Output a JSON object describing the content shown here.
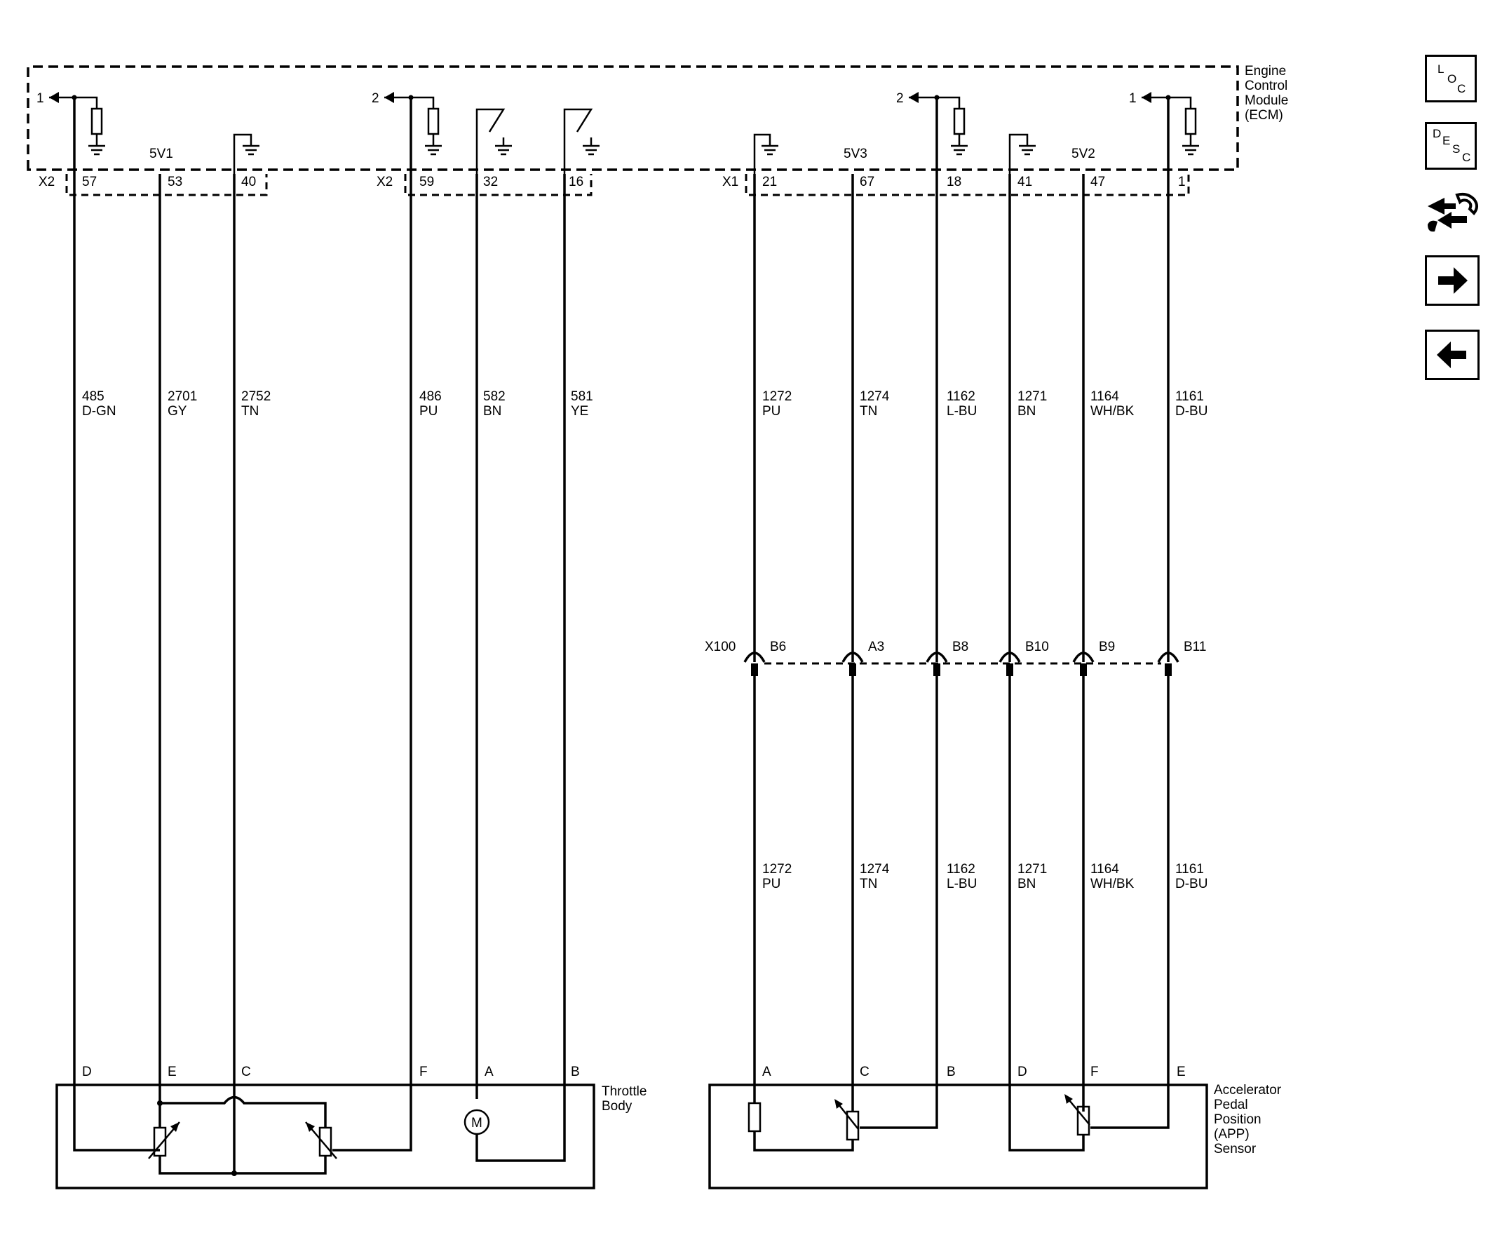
{
  "ecm": {
    "label_lines": [
      "Engine",
      "Control",
      "Module",
      "(ECM)"
    ]
  },
  "connectors": {
    "x2a": "X2",
    "x2b": "X2",
    "x1": "X1",
    "x100": "X100"
  },
  "refs": {
    "r1a": "1",
    "r2a": "2",
    "r2b": "2",
    "r1b": "1"
  },
  "refs_5v": {
    "v1": "5V1",
    "v3": "5V3",
    "v2": "5V2"
  },
  "ecm_pins": [
    {
      "id": "p57",
      "label": "57"
    },
    {
      "id": "p53",
      "label": "53"
    },
    {
      "id": "p40",
      "label": "40"
    },
    {
      "id": "p59",
      "label": "59"
    },
    {
      "id": "p32",
      "label": "32"
    },
    {
      "id": "p16",
      "label": "16"
    },
    {
      "id": "p21",
      "label": "21"
    },
    {
      "id": "p67",
      "label": "67"
    },
    {
      "id": "p18",
      "label": "18"
    },
    {
      "id": "p41",
      "label": "41"
    },
    {
      "id": "p47",
      "label": "47"
    },
    {
      "id": "p1",
      "label": "1"
    }
  ],
  "wires_upper": [
    {
      "circuit": "485",
      "color": "D-GN"
    },
    {
      "circuit": "2701",
      "color": "GY"
    },
    {
      "circuit": "2752",
      "color": "TN"
    },
    {
      "circuit": "486",
      "color": "PU"
    },
    {
      "circuit": "582",
      "color": "BN"
    },
    {
      "circuit": "581",
      "color": "YE"
    },
    {
      "circuit": "1272",
      "color": "PU"
    },
    {
      "circuit": "1274",
      "color": "TN"
    },
    {
      "circuit": "1162",
      "color": "L-BU"
    },
    {
      "circuit": "1271",
      "color": "BN"
    },
    {
      "circuit": "1164",
      "color": "WH/BK"
    },
    {
      "circuit": "1161",
      "color": "D-BU"
    }
  ],
  "x100_pins": [
    "B6",
    "A3",
    "B8",
    "B10",
    "B9",
    "B11"
  ],
  "wires_lower": [
    {
      "circuit": "1272",
      "color": "PU"
    },
    {
      "circuit": "1274",
      "color": "TN"
    },
    {
      "circuit": "1162",
      "color": "L-BU"
    },
    {
      "circuit": "1271",
      "color": "BN"
    },
    {
      "circuit": "1164",
      "color": "WH/BK"
    },
    {
      "circuit": "1161",
      "color": "D-BU"
    }
  ],
  "throttle_body": {
    "label_lines": [
      "Throttle",
      "Body"
    ],
    "pins": [
      "D",
      "E",
      "C",
      "F",
      "A",
      "B"
    ],
    "motor": "M"
  },
  "app_sensor": {
    "label_lines": [
      "Accelerator",
      "Pedal",
      "Position",
      "(APP)",
      "Sensor"
    ],
    "pins": [
      "A",
      "C",
      "B",
      "D",
      "F",
      "E"
    ]
  },
  "nav": {
    "loc": [
      "L",
      "O",
      "C"
    ],
    "desc": [
      "D",
      "E",
      "S",
      "C"
    ],
    "icons": [
      "connector-tool-icon",
      "arrow-right-icon",
      "arrow-left-icon"
    ]
  }
}
